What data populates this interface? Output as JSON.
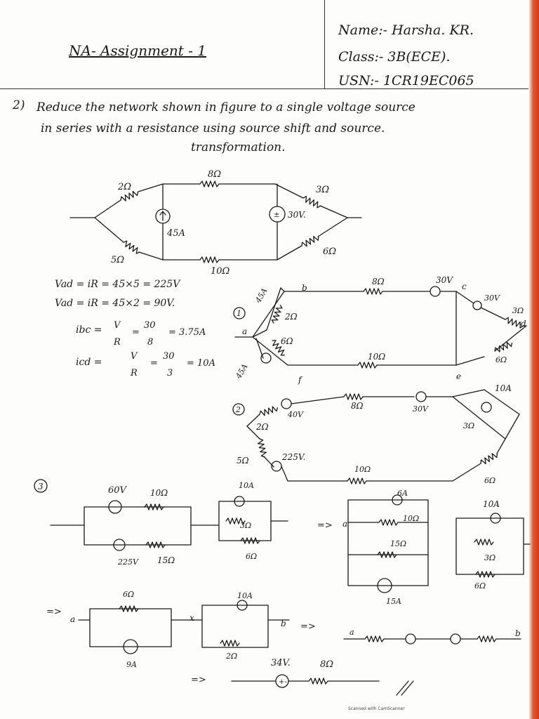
{
  "header": {
    "title": "NA- Assignment - 1",
    "name": "Name:- Harsha. KR.",
    "class": "Class:- 3B(ECE).",
    "usn": "USN:- 1CR19EC065"
  },
  "question": {
    "number": "2)",
    "line1": "Reduce the network shown in figure to a single voltage source",
    "line2": "in series with a resistance using source shift and source.",
    "line3": "transformation."
  },
  "fig_main": {
    "r8": "8Ω",
    "r2": "2Ω",
    "r3": "3Ω",
    "r5": "5Ω",
    "r6": "6Ω",
    "r10": "10Ω",
    "src_current": "45A",
    "src_voltage": "30V."
  },
  "calcs": {
    "vad": "Vad = iR = 45×5 = 225V",
    "vad2": "Vad = iR = 45×2 = 90V.",
    "ibc_lhs": "ibc =",
    "ibc_v": "V",
    "ibc_r": "R",
    "ibc_num": "30",
    "ibc_den": "8",
    "ibc_res": "= 3.75A",
    "icd_lhs": "icd =",
    "icd_v": "V",
    "icd_r": "R",
    "icd_num": "30",
    "icd_den": "3",
    "icd_res": "= 10A"
  },
  "step1": {
    "marker": "1",
    "a": "a",
    "b": "b",
    "c": "c",
    "d": "d",
    "e": "e",
    "f": "f",
    "i45_top": "45A",
    "i45_bot": "45A",
    "r2": "2Ω",
    "r6": "6Ω",
    "r8": "8Ω",
    "r10": "10Ω",
    "r3": "3Ω",
    "r6b": "6Ω",
    "v30": "30V",
    "v30b": "30V"
  },
  "step2": {
    "marker": "2",
    "r2": "2Ω",
    "v40": "40V",
    "r8": "8Ω",
    "v30": "30V",
    "i10": "10A",
    "r3": "3Ω",
    "r5": "5Ω",
    "v225": "225V.",
    "r10": "10Ω",
    "r6": "6Ω"
  },
  "step3": {
    "marker": "3",
    "v60": "60V",
    "r10": "10Ω",
    "v225": "225V",
    "r15": "15Ω",
    "i10": "10A",
    "r3": "3Ω",
    "r6": "6Ω",
    "arrow": "=>",
    "a": "a",
    "i6": "6A",
    "r10b": "10Ω",
    "r15b": "15Ω",
    "i15": "15A",
    "i10b": "10A",
    "r3b": "3Ω",
    "r6b": "6Ω"
  },
  "step4": {
    "arrow": "=>",
    "a": "a",
    "r6": "6Ω",
    "i9": "9A",
    "x": "x",
    "i10": "10A",
    "r2": "2Ω",
    "b": "b",
    "arrow2": "=>",
    "a2": "a",
    "b2": "b"
  },
  "final": {
    "arrow": "=>",
    "v34": "34V.",
    "r8": "8Ω"
  },
  "footer": "Scanned with CamScanner"
}
